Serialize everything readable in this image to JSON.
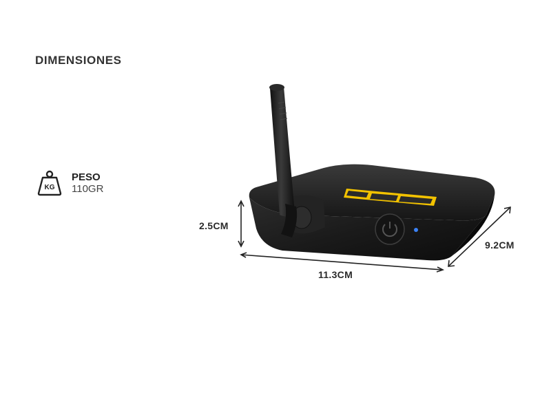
{
  "section": {
    "title": "DIMENSIONES"
  },
  "weight": {
    "icon": "weight-kg-icon",
    "icon_text": "KG",
    "label": "PESO",
    "value": "110GR"
  },
  "dimensions": {
    "height": "2.5CM",
    "width": "11.3CM",
    "depth": "9.2CM"
  },
  "product": {
    "name": "audio-receiver-with-antenna",
    "body_color": "#1a1a1a",
    "label_color": "#f2c200",
    "led_color": "#3b82f6"
  }
}
